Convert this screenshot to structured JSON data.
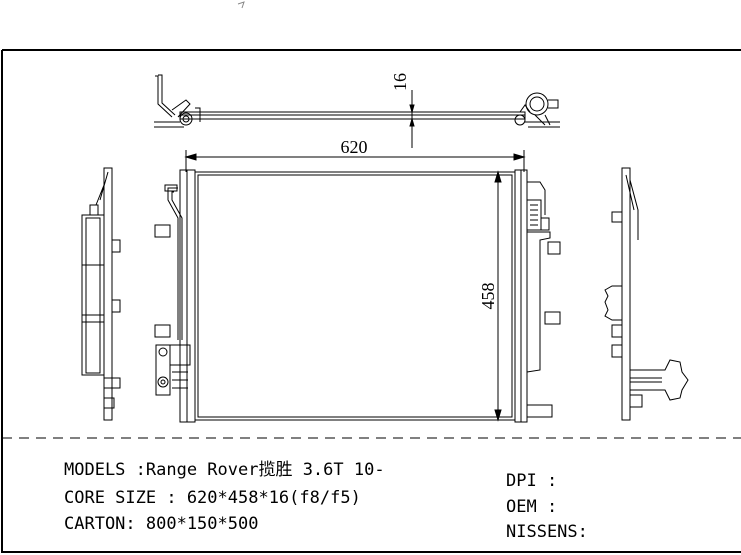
{
  "dimensions": {
    "thickness": "16",
    "width": "620",
    "height": "458"
  },
  "specs": {
    "models": "MODELS :Range Rover揽胜 3.6T 10-",
    "core_size": "CORE SIZE : 620*458*16(f8/f5)",
    "carton": "CARTON: 800*150*500",
    "dpi": "DPI :",
    "oem": "OEM :",
    "nissens": "NISSENS:"
  }
}
